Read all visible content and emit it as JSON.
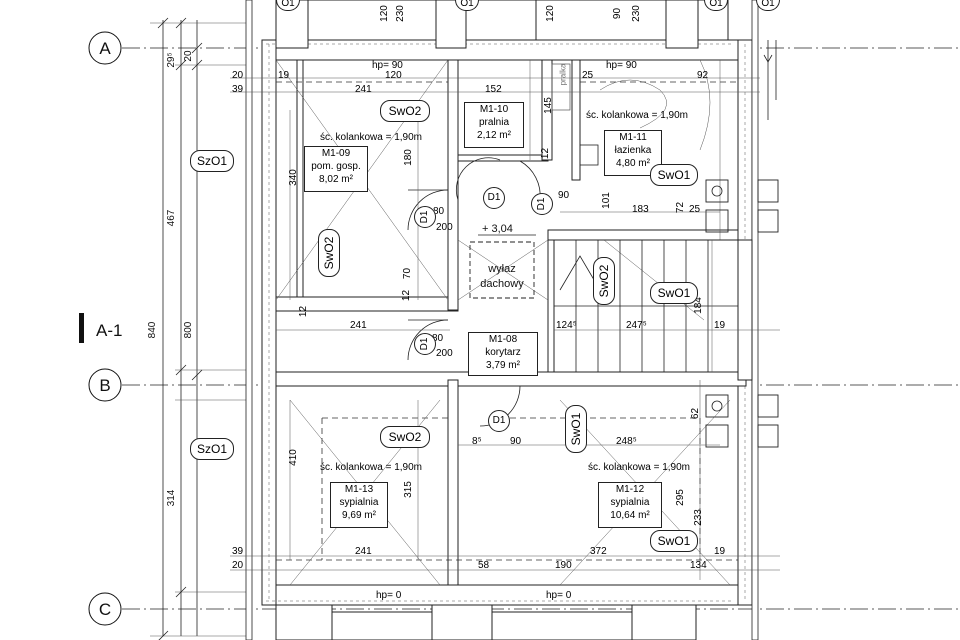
{
  "axes": {
    "a": "A",
    "b": "B",
    "c": "C",
    "section": "A-1"
  },
  "rooms": [
    {
      "id": "M1-09",
      "name": "pom. gosp.",
      "area": "8,02 m²"
    },
    {
      "id": "M1-10",
      "name": "pralnia",
      "area": "2,12 m²"
    },
    {
      "id": "M1-11",
      "name": "łazienka",
      "area": "4,80 m²"
    },
    {
      "id": "M1-08",
      "name": "korytarz",
      "area": "3,79 m²"
    },
    {
      "id": "M1-13",
      "name": "sypialnia",
      "area": "9,69 m²"
    },
    {
      "id": "M1-12",
      "name": "sypialnia",
      "area": "10,64 m²"
    }
  ],
  "notes": {
    "knee1": "śc. kolankowa = 1,90m",
    "knee2": "śc. kolankowa = 1,90m",
    "knee3": "śc. kolankowa = 1,90m",
    "knee4": "śc. kolankowa = 1,90m",
    "hp90a": "hp= 90",
    "hp90b": "hp= 90",
    "hp0a": "hp= 0",
    "hp0b": "hp= 0",
    "vent1": "wyłaz",
    "vent2": "dachowy",
    "level": "+ 3,04",
    "pralka": "pralka"
  },
  "tags": {
    "sw02": "SwO2",
    "sw01": "SwO1",
    "sz01": "SzO1",
    "d1": "D1",
    "o1": "O1"
  },
  "dims": {
    "v840": "840",
    "v467": "467",
    "v314": "314",
    "v29": "29⁵",
    "v20": "20",
    "v800": "800",
    "v340": "340",
    "v180": "180",
    "v410": "410",
    "v315": "315",
    "v145": "145",
    "v12": "12",
    "v70": "70",
    "v200": "200",
    "v80": "80",
    "v120": "120",
    "v230": "230",
    "v90": "90",
    "v19": "19",
    "v39": "39",
    "v241": "241",
    "v152": "152",
    "v92": "92",
    "v25": "25",
    "v101": "101",
    "v183": "183",
    "v72": "72",
    "v184": "184",
    "v124": "124⁵",
    "v247": "247⁵",
    "v248": "248⁵",
    "v62": "62",
    "v233": "233",
    "v295": "295",
    "v58": "58",
    "v190": "190",
    "v372": "372",
    "v134": "134",
    "v8": "8⁵",
    "v200b": "200"
  }
}
